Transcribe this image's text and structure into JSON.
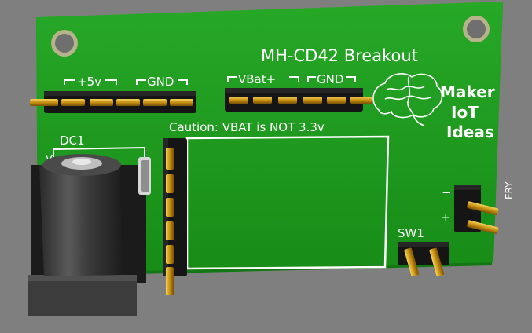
{
  "board": {
    "title": "MH-CD42 Breakout",
    "caution": "Caution: VBAT is NOT 3.3v",
    "logo_line1": "Maker",
    "logo_line2": "IoT",
    "logo_line3": "Ideas",
    "header_5v": "+5v",
    "header_gnd_left": "GND",
    "header_vbat": "VBat+",
    "header_gnd_right": "GND",
    "dc_label": "DC1",
    "dc_mark": "V",
    "sw_label": "SW1",
    "batt_label": "ERY",
    "batt_minus": "−",
    "batt_plus": "+"
  },
  "colors": {
    "background": "#7f7f7f",
    "pcb": "#1e9a1e",
    "pin_gold": "#d9a520",
    "header_plastic": "#141414",
    "silkscreen": "#ffffff"
  }
}
